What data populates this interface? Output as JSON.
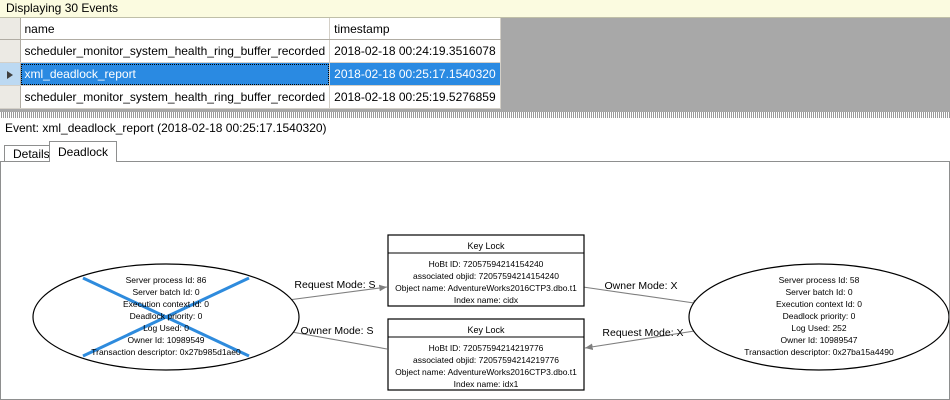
{
  "banner": {
    "text": "Displaying 30 Events"
  },
  "grid": {
    "columns": [
      "name",
      "timestamp"
    ],
    "rows": [
      {
        "selected": false,
        "marker": "",
        "name": "scheduler_monitor_system_health_ring_buffer_recorded",
        "timestamp": "2018-02-18 00:24:19.3516078"
      },
      {
        "selected": true,
        "marker": "▶",
        "name": "xml_deadlock_report",
        "timestamp": "2018-02-18 00:25:17.1540320"
      },
      {
        "selected": false,
        "marker": "",
        "name": "scheduler_monitor_system_health_ring_buffer_recorded",
        "timestamp": "2018-02-18 00:25:19.5276859"
      }
    ]
  },
  "event_header": {
    "text": "Event: xml_deadlock_report (2018-02-18 00:25:17.1540320)"
  },
  "tabs": [
    {
      "label": "Details",
      "active": false
    },
    {
      "label": "Deadlock",
      "active": true
    }
  ],
  "graph": {
    "processes": {
      "left": {
        "is_victim": true,
        "lines": [
          "Server process Id: 86",
          "Server batch Id: 0",
          "Execution context Id: 0",
          "Deadlock priority: 0",
          "Log Used: 0",
          "Owner Id: 10989549",
          "Transaction descriptor: 0x27b985d1ae0"
        ]
      },
      "right": {
        "is_victim": false,
        "lines": [
          "Server process Id: 58",
          "Server batch Id: 0",
          "Execution context Id: 0",
          "Deadlock priority: 0",
          "Log Used: 252",
          "Owner Id: 10989547",
          "Transaction descriptor: 0x27ba15a4490"
        ]
      }
    },
    "resources": {
      "top": {
        "title": "Key Lock",
        "lines": [
          "HoBt ID: 72057594214154240",
          "associated objid: 72057594214154240",
          "Object name: AdventureWorks2016CTP3.dbo.t1",
          "Index name: cidx"
        ]
      },
      "bottom": {
        "title": "Key Lock",
        "lines": [
          "HoBt ID: 72057594214219776",
          "associated objid: 72057594214219776",
          "Object name: AdventureWorks2016CTP3.dbo.t1",
          "Index name: idx1"
        ]
      }
    },
    "edges": {
      "left_request": "Request Mode: S",
      "right_owner": "Owner Mode: X",
      "left_owner": "Owner Mode: S",
      "right_request": "Request Mode: X"
    },
    "colors": {
      "victim_cross": "#2e8bdd",
      "edge": "#7f7f7f",
      "selection": "#2a8ae2"
    }
  }
}
